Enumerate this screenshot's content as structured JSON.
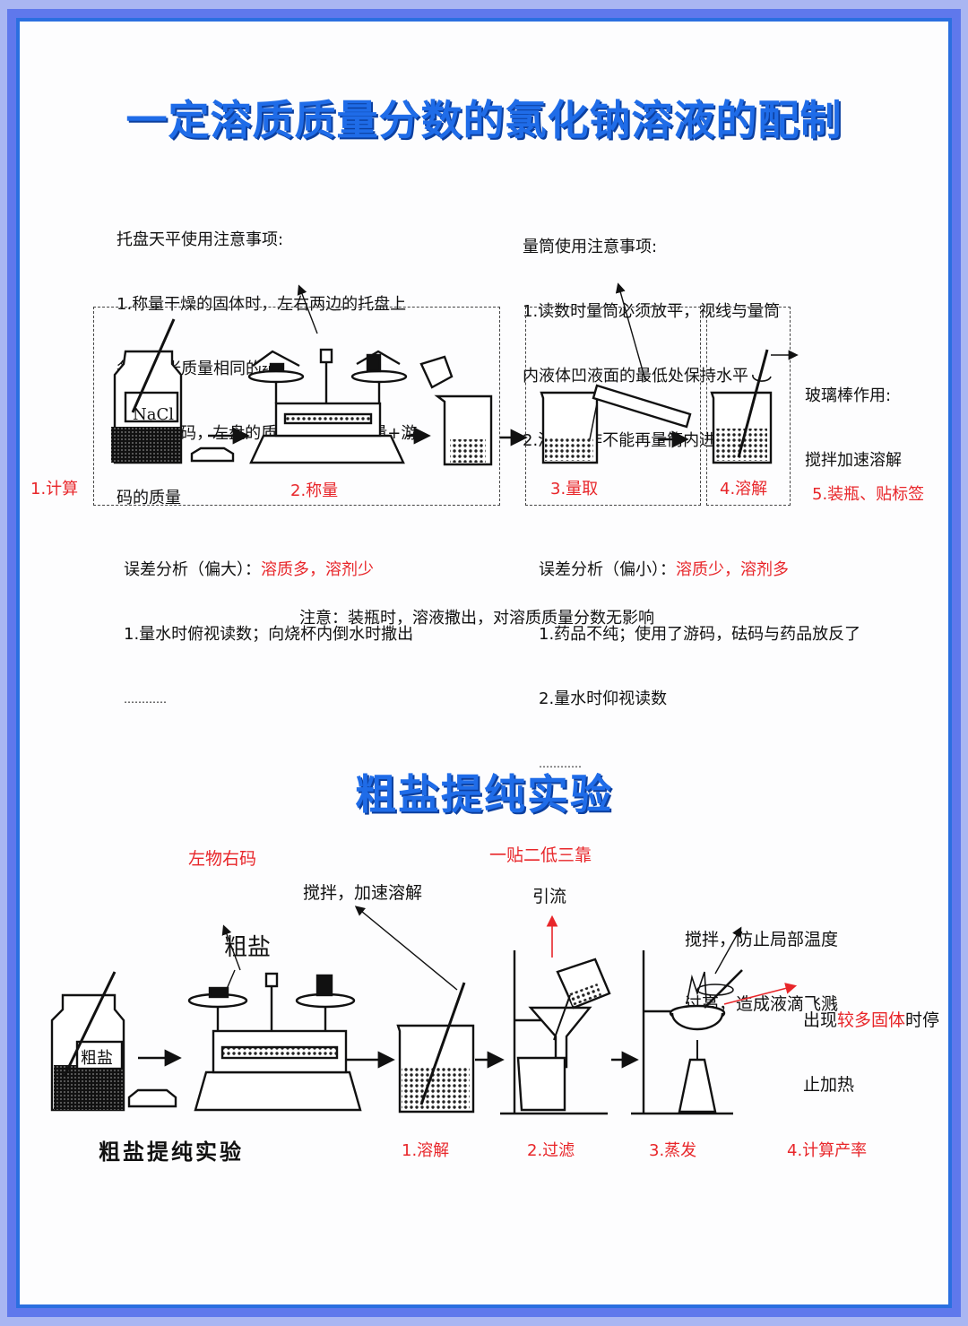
{
  "titles": {
    "main": "一定溶质质量分数的氯化钠溶液的配制",
    "second": "粗盐提纯实验"
  },
  "colors": {
    "accent": "#1f6ce8",
    "red": "#e8262a",
    "frame": "#5f78ec"
  },
  "section1": {
    "balance_note": [
      "托盘天平使用注意事项:",
      "1.称量干燥的固体时，左右两边的托盘上",
      "各放一张质量相同的纸",
      "2.左物右码，左盘的质量=右盘的质量+游",
      "码的质量"
    ],
    "cylinder_note": [
      "量筒使用注意事项:",
      "1.读数时量筒必须放平，视线与量筒",
      "内液体凹液面的最低处保持水平",
      "2.溶解操作不能再量筒内进行"
    ],
    "rod_note": [
      "玻璃棒作用:",
      "搅拌加速溶解"
    ],
    "jar_label": "NaCl",
    "steps": [
      "1.计算",
      "2.称量",
      "3.量取",
      "4.溶解",
      "5.装瓶、贴标签"
    ],
    "error_high": {
      "label": "误差分析（偏大）：",
      "highlight": "溶质多，溶剂少",
      "lines": [
        "1.量水时俯视读数；向烧杯内倒水时撒出",
        "…………"
      ]
    },
    "error_low": {
      "label": "误差分析（偏小）：",
      "highlight": "溶质少，溶剂多",
      "lines": [
        "1.药品不纯；使用了游码，砝码与药品放反了",
        "2.量水时仰视读数",
        "…………"
      ]
    },
    "notice": "注意：装瓶时，溶液撒出，对溶质质量分数无影响"
  },
  "section2": {
    "left_right": "左物右码",
    "stir_dissolve": "搅拌，加速溶解",
    "one_two_three": "一贴二低三靠",
    "drain": "引流",
    "stir_prevent": [
      "搅拌，防止局部温度",
      "过高，造成液滴飞溅"
    ],
    "stop_heat_pre": "出现",
    "stop_heat_red": "较多固体",
    "stop_heat_post": "时停",
    "stop_heat_line2": "止加热",
    "crude_salt": "粗盐",
    "jar_label": "粗盐",
    "bottom_title": "粗盐提纯实验",
    "steps": [
      "1.溶解",
      "2.过滤",
      "3.蒸发",
      "4.计算产率"
    ]
  }
}
